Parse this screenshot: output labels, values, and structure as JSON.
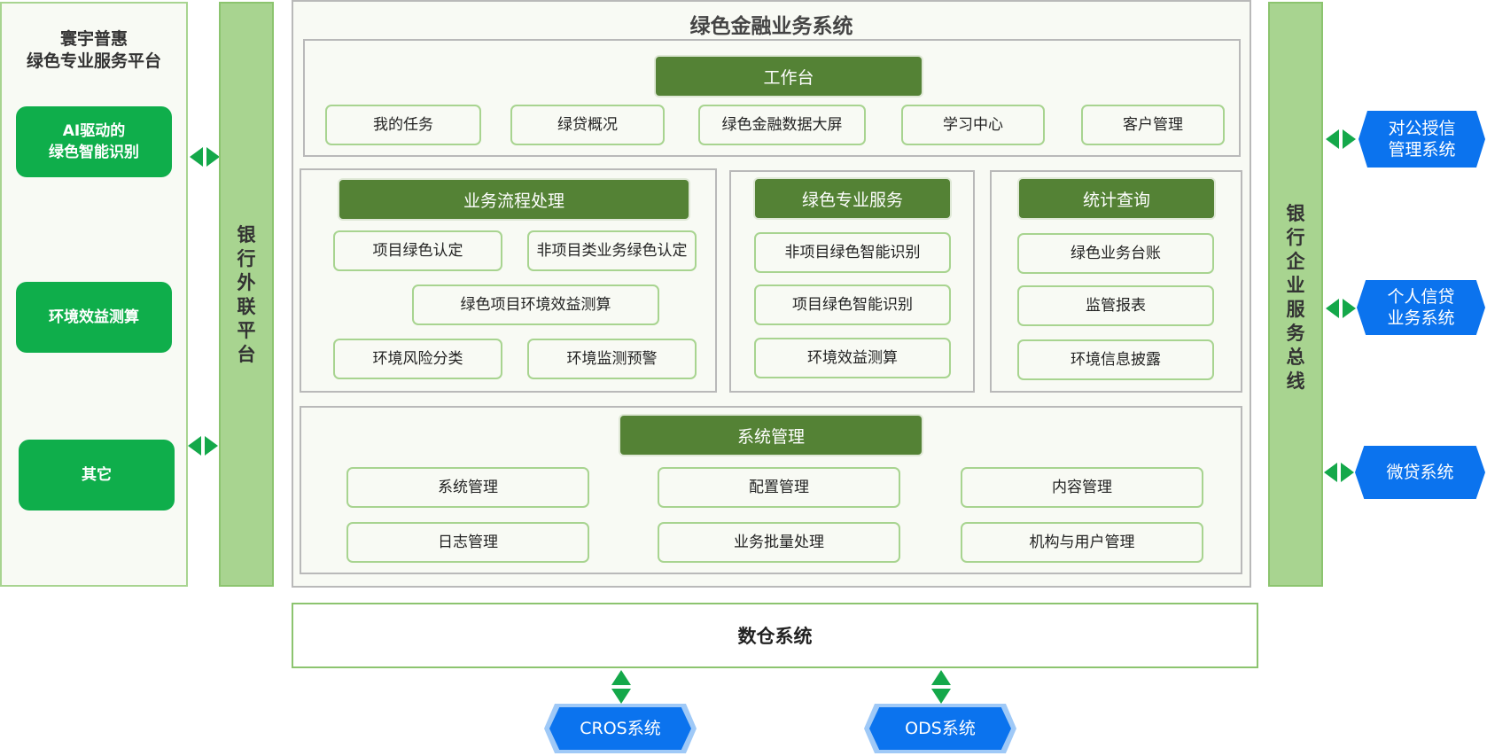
{
  "left_platform": {
    "title": "寰宇普惠\n绿色专业服务平台",
    "buttons": [
      {
        "label": "AI驱动的\n绿色智能识别"
      },
      {
        "label": "环境效益测算"
      },
      {
        "label": "其它"
      }
    ]
  },
  "bank_external_platform": {
    "label": "银\n行\n外\n联\n平\n台"
  },
  "main_system": {
    "title": "绿色金融业务系统",
    "workbench": {
      "header": "工作台",
      "items": [
        "我的任务",
        "绿贷概况",
        "绿色金融数据大屏",
        "学习中心",
        "客户管理"
      ]
    },
    "process": {
      "header": "业务流程处理",
      "items": [
        "项目绿色认定",
        "非项目类业务绿色认定",
        "绿色项目环境效益测算",
        "环境风险分类",
        "环境监测预警"
      ]
    },
    "green_service": {
      "header": "绿色专业服务",
      "items": [
        "非项目绿色智能识别",
        "项目绿色智能识别",
        "环境效益测算"
      ]
    },
    "statistics": {
      "header": "统计查询",
      "items": [
        "绿色业务台账",
        "监管报表",
        "环境信息披露"
      ]
    },
    "system_mgmt": {
      "header": "系统管理",
      "items": [
        "系统管理",
        "配置管理",
        "内容管理",
        "日志管理",
        "业务批量处理",
        "机构与用户管理"
      ]
    }
  },
  "enterprise_bus": {
    "label": "银\n行\n企\n业\n服\n务\n总\n线"
  },
  "right_systems": [
    {
      "label": "对公授信\n管理系统"
    },
    {
      "label": "个人信贷\n业务系统"
    },
    {
      "label": "微贷系统"
    }
  ],
  "data_warehouse": {
    "label": "数仓系统"
  },
  "bottom_systems": [
    {
      "label": "CROS系统"
    },
    {
      "label": "ODS系统"
    }
  ],
  "colors": {
    "button_green": "#0fae4b",
    "header_green": "#548235",
    "light_green": "#a8d490",
    "arrow_green": "#14a84a",
    "system_blue": "#0b73ee"
  }
}
